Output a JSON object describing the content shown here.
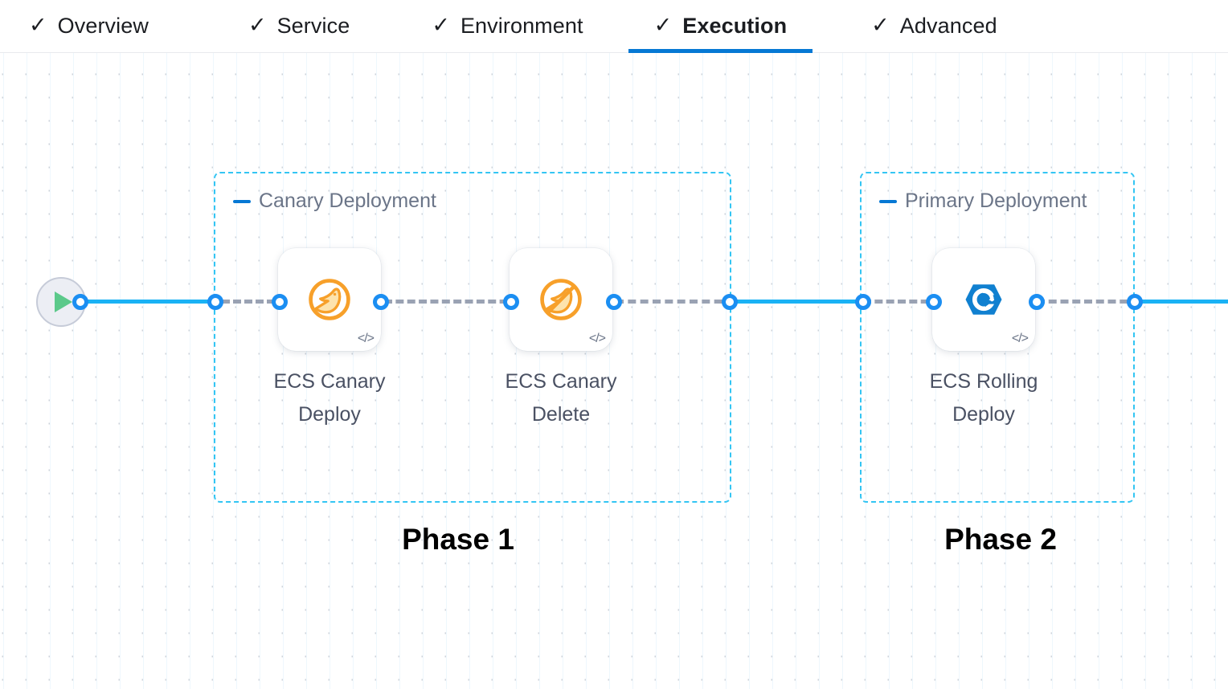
{
  "tabs": [
    {
      "label": "Overview",
      "icon": "check-icon",
      "active": false
    },
    {
      "label": "Service",
      "icon": "check-icon",
      "active": false
    },
    {
      "label": "Environment",
      "icon": "check-icon",
      "active": false
    },
    {
      "label": "Execution",
      "icon": "check-icon",
      "active": true
    },
    {
      "label": "Advanced",
      "icon": "check-icon",
      "active": false
    }
  ],
  "tab_check_glyph": "✓",
  "colors": {
    "accent_blue": "#0678d4",
    "connector_blue": "#1ab2f5",
    "group_border": "#33c5f3",
    "dash_gray": "#9aa2b3",
    "canary_orange": "#f5a623",
    "rolling_blue": "#1080d0",
    "play_green": "#5bc98a",
    "group_title": "#6b7588",
    "node_label": "#4a5163"
  },
  "start_node": {
    "name": "pipeline-start",
    "icon": "play-icon"
  },
  "groups": [
    {
      "title": "Canary Deployment",
      "collapse_icon": "minus-icon",
      "phase_label": "Phase 1",
      "nodes": [
        {
          "label_line1": "ECS Canary",
          "label_line2": "Deploy",
          "icon": "canary-bird-icon",
          "badge": "</>"
        },
        {
          "label_line1": "ECS Canary",
          "label_line2": "Delete",
          "icon": "canary-bird-slash-icon",
          "badge": "</>"
        }
      ]
    },
    {
      "title": "Primary Deployment",
      "collapse_icon": "minus-icon",
      "phase_label": "Phase 2",
      "nodes": [
        {
          "label_line1": "ECS Rolling",
          "label_line2": "Deploy",
          "icon": "rolling-deploy-icon",
          "badge": "</>"
        }
      ]
    }
  ]
}
